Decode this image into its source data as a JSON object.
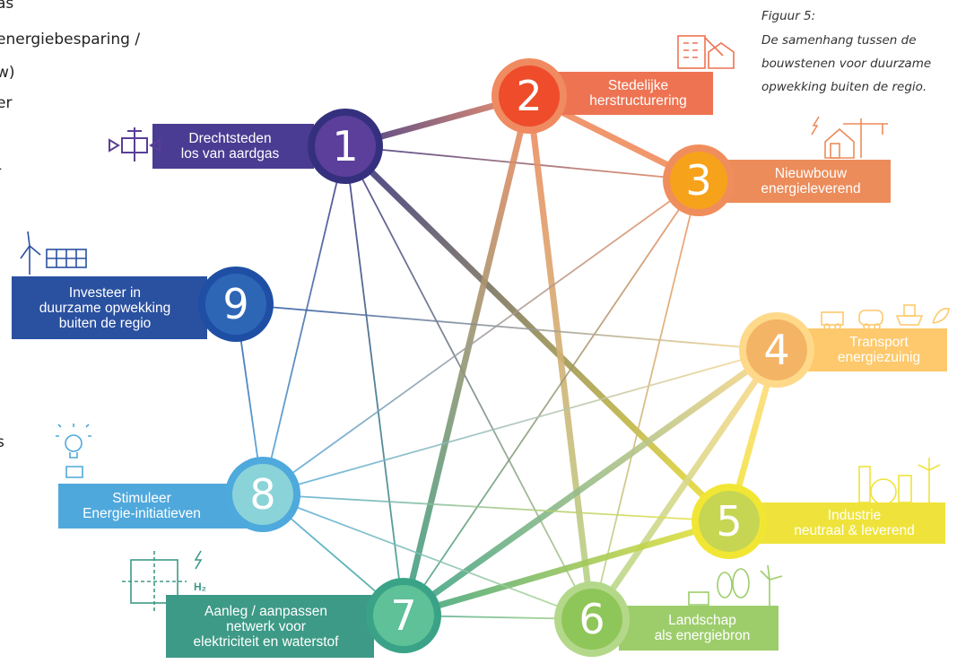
{
  "left_text": [
    "as",
    "energiebesparing /",
    "w)",
    "er",
    "-",
    "s"
  ],
  "caption": {
    "label": "Figuur 5:",
    "lines": [
      "De samenhang tussen de",
      "bouwstenen voor duurzame",
      "opwekking buiten de regio."
    ]
  },
  "nodes": [
    {
      "id": "1",
      "number": "1",
      "label_lines": [
        "Drechtsteden",
        "los van aardgas"
      ],
      "color": "#5b3f9b",
      "ring": "#35307e",
      "box": "#4a3c92",
      "icon": "gas-valve-icon"
    },
    {
      "id": "2",
      "number": "2",
      "label_lines": [
        "Stedelijke",
        "herstructurering"
      ],
      "color": "#ee4c2a",
      "ring": "#f08a60",
      "box": "#ee7352",
      "icon": "building-renovation-icon"
    },
    {
      "id": "3",
      "number": "3",
      "label_lines": [
        "Nieuwbouw",
        "energieleverend"
      ],
      "color": "#f7a21b",
      "ring": "#ef8e5c",
      "box": "#ec8c5a",
      "icon": "house-crane-icon"
    },
    {
      "id": "4",
      "number": "4",
      "label_lines": [
        "Transport",
        "energiezuinig"
      ],
      "color": "#f4b465",
      "ring": "#ffd98a",
      "box": "#fdc96c",
      "icon": "transport-vehicles-icon"
    },
    {
      "id": "5",
      "number": "5",
      "label_lines": [
        "Industrie",
        "neutraal & leverend"
      ],
      "color": "#c6d652",
      "ring": "#f2e634",
      "box": "#efe33b",
      "icon": "industry-plant-icon"
    },
    {
      "id": "6",
      "number": "6",
      "label_lines": [
        "Landschap",
        "als energiebron"
      ],
      "color": "#8fc659",
      "ring": "#b4d88a",
      "box": "#9dcd6b",
      "icon": "landscape-windmill-icon"
    },
    {
      "id": "7",
      "number": "7",
      "label_lines": [
        "Aanleg / aanpassen",
        "netwerk voor",
        "elektriciteit en waterstof"
      ],
      "color": "#5ec197",
      "ring": "#3aa387",
      "box": "#3d9a86",
      "icon": "grid-hydrogen-icon"
    },
    {
      "id": "8",
      "number": "8",
      "label_lines": [
        "Stimuleer",
        "Energie-initiatieven"
      ],
      "color": "#8ad3d8",
      "ring": "#4ea9dd",
      "box": "#4fa8dc",
      "icon": "lightbulb-hand-icon"
    },
    {
      "id": "9",
      "number": "9",
      "label_lines": [
        "Investeer in",
        "duurzame opwekking",
        "buiten de regio"
      ],
      "color": "#2e66b6",
      "ring": "#1e4fa5",
      "box": "#2a50a0",
      "icon": "windmill-solar-icon"
    }
  ],
  "icon_text": {
    "h2": "H₂"
  },
  "edges": [
    {
      "from": "1",
      "to": "2",
      "strength": "strong"
    },
    {
      "from": "1",
      "to": "3",
      "strength": "thin"
    },
    {
      "from": "1",
      "to": "5",
      "strength": "strong"
    },
    {
      "from": "1",
      "to": "6",
      "strength": "thin"
    },
    {
      "from": "1",
      "to": "7",
      "strength": "thin"
    },
    {
      "from": "1",
      "to": "8",
      "strength": "thin"
    },
    {
      "from": "2",
      "to": "3",
      "strength": "strong"
    },
    {
      "from": "2",
      "to": "6",
      "strength": "strong"
    },
    {
      "from": "2",
      "to": "7",
      "strength": "strong"
    },
    {
      "from": "3",
      "to": "6",
      "strength": "thin"
    },
    {
      "from": "3",
      "to": "7",
      "strength": "thin"
    },
    {
      "from": "3",
      "to": "8",
      "strength": "thin"
    },
    {
      "from": "4",
      "to": "5",
      "strength": "strong"
    },
    {
      "from": "4",
      "to": "6",
      "strength": "strong"
    },
    {
      "from": "4",
      "to": "7",
      "strength": "strong"
    },
    {
      "from": "4",
      "to": "8",
      "strength": "thin"
    },
    {
      "from": "4",
      "to": "9",
      "strength": "thin"
    },
    {
      "from": "5",
      "to": "7",
      "strength": "strong"
    },
    {
      "from": "5",
      "to": "8",
      "strength": "thin"
    },
    {
      "from": "6",
      "to": "7",
      "strength": "thin"
    },
    {
      "from": "6",
      "to": "8",
      "strength": "thin"
    },
    {
      "from": "7",
      "to": "8",
      "strength": "thin"
    },
    {
      "from": "8",
      "to": "9",
      "strength": "thin"
    }
  ]
}
